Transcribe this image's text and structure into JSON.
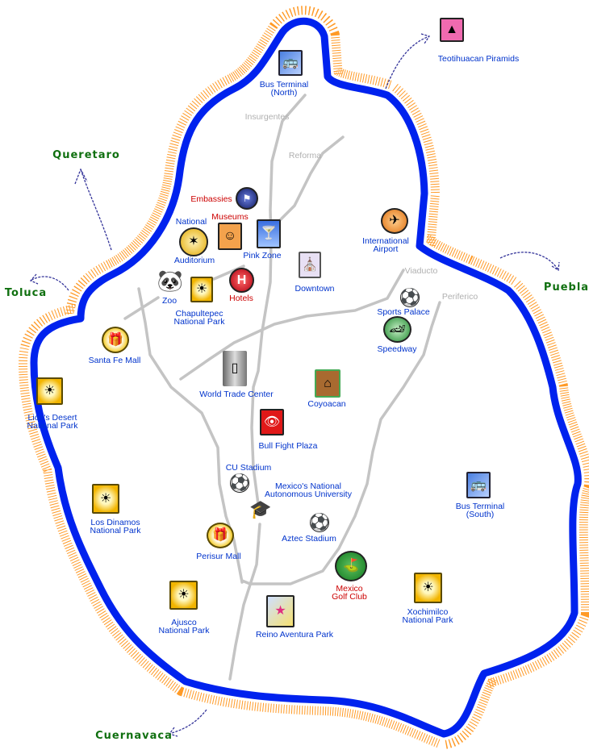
{
  "colors": {
    "boundary": "#0022ee",
    "fuzz": "#ff8800",
    "road": "#c4c4c4",
    "label": "#0033cc",
    "highlight": "#cc0000",
    "city": "#107010",
    "arrow": "#333399"
  },
  "roads": [
    "Insurgentes",
    "Reforma",
    "Viaducto",
    "Periferico"
  ],
  "cities": [
    "Queretaro",
    "Toluca",
    "Puebla",
    "Cuernavaca"
  ],
  "places": [
    {
      "label": "Bus Terminal\n(North)",
      "icon": "bus-icon"
    },
    {
      "label": "Teotihuacan Piramids",
      "icon": "pyramid-icon"
    },
    {
      "label": "Embassies",
      "icon": "globe-flags-icon"
    },
    {
      "label": "Museums",
      "icon": "theater-masks-icon"
    },
    {
      "label": "National",
      "icon": "director-chair-icon"
    },
    {
      "label": "Auditorium",
      "icon": "director-chair-icon"
    },
    {
      "label": "Pink Zone",
      "icon": "cocktail-glass-icon"
    },
    {
      "label": "Downtown",
      "icon": "cathedral-icon"
    },
    {
      "label": "International\nAirport",
      "icon": "airplane-icon"
    },
    {
      "label": "Zoo",
      "icon": "panda-icon"
    },
    {
      "label": "Chapultepec\nNational Park",
      "icon": "sun-icon"
    },
    {
      "label": "Hotels",
      "icon": "hotel-icon"
    },
    {
      "label": "Sports Palace",
      "icon": "soccer-ball-icon"
    },
    {
      "label": "Speedway",
      "icon": "race-car-icon"
    },
    {
      "label": "Santa Fe Mall",
      "icon": "gift-icon"
    },
    {
      "label": "World Trade Center",
      "icon": "skyscraper-icon"
    },
    {
      "label": "Coyoacan",
      "icon": "church-icon"
    },
    {
      "label": "Lion's Desert\nNational Park",
      "icon": "sun-icon"
    },
    {
      "label": "Bull Fight Plaza",
      "icon": "eye-icon"
    },
    {
      "label": "CU Stadium",
      "icon": "soccer-ball-icon"
    },
    {
      "label": "Mexico's National\nAutonomous University",
      "icon": "graduation-cap-icon"
    },
    {
      "label": "Bus Terminal\n(South)",
      "icon": "bus-icon"
    },
    {
      "label": "Los Dinamos\nNational Park",
      "icon": "sun-icon"
    },
    {
      "label": "Aztec Stadium",
      "icon": "soccer-ball-icon"
    },
    {
      "label": "Perisur Mall",
      "icon": "gift-icon"
    },
    {
      "label": "Mexico\nGolf Club",
      "icon": "golf-flag-icon"
    },
    {
      "label": "Xochimilco\nNational Park",
      "icon": "sun-icon"
    },
    {
      "label": "Ajusco\nNational Park",
      "icon": "sun-icon"
    },
    {
      "label": "Reino Aventura Park",
      "icon": "amusement-park-icon"
    }
  ]
}
